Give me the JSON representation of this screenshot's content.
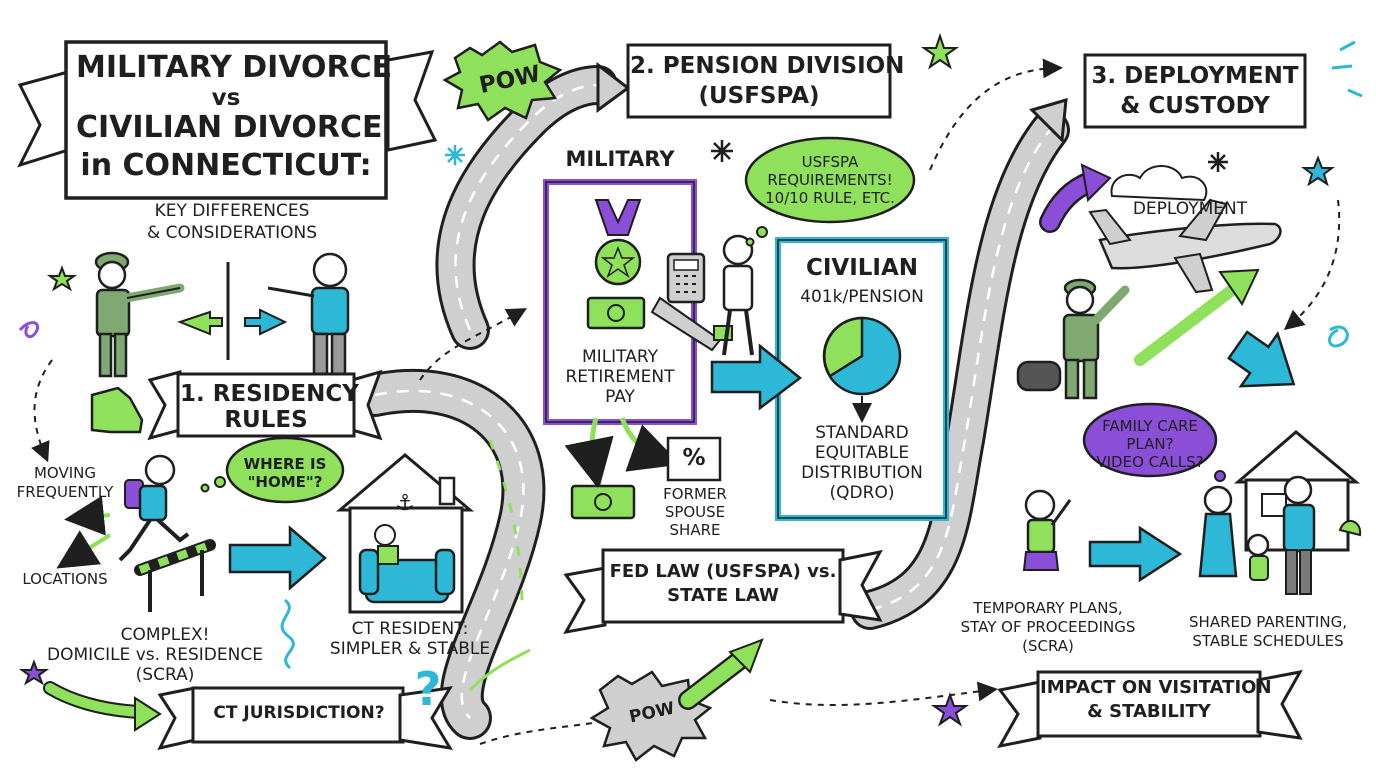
{
  "colors": {
    "green": "#8fe05a",
    "teal": "#2cb8d6",
    "purple": "#8a4fd6",
    "soldier_green": "#7fa872",
    "road_gray": "#cfcfcf",
    "ink": "#1f1f1f"
  },
  "title": {
    "line1": "MILITARY DIVORCE",
    "line2": "vs",
    "line3": "CIVILIAN DIVORCE",
    "line4": "in CONNECTICUT:"
  },
  "subtitle": {
    "line1": "KEY DIFFERENCES",
    "line2": "& CONSIDERATIONS"
  },
  "pow1": "POW",
  "pow2": "POW",
  "section1": {
    "line1": "1. RESIDENCY",
    "line2": "RULES"
  },
  "section2": {
    "line1": "2. PENSION DIVISION",
    "line2": "(USFSPA)"
  },
  "section3": {
    "line1": "3. DEPLOYMENT",
    "line2": "& CUSTODY"
  },
  "residency": {
    "moving_l1": "MOVING",
    "moving_l2": "FREQUENTLY",
    "locations": "LOCATIONS",
    "bubble_l1": "WHERE IS",
    "bubble_l2": "\"HOME\"?",
    "complex_l1": "COMPLEX!",
    "complex_l2": "DOMICILE vs. RESIDENCE",
    "complex_l3": "(SCRA)",
    "ct_l1": "CT RESIDENT:",
    "ct_l2": "SIMPLER & STABLE",
    "jurisdiction": "CT JURISDICTION?",
    "qmark": "?"
  },
  "pension": {
    "military": "MILITARY",
    "retire_l1": "MILITARY",
    "retire_l2": "RETIREMENT",
    "retire_l3": "PAY",
    "bubble_l1": "USFSPA",
    "bubble_l2": "REQUIREMENTS!",
    "bubble_l3": "10/10 RULE, ETC.",
    "percent": "%",
    "former_l1": "FORMER",
    "former_l2": "SPOUSE",
    "former_l3": "SHARE",
    "civilian": "CIVILIAN",
    "k401": "401k/PENSION",
    "std_l1": "STANDARD",
    "std_l2": "EQUITABLE",
    "std_l3": "DISTRIBUTION",
    "std_l4": "(QDRO)",
    "fed_l1": "FED LAW (USFSPA) vs.",
    "fed_l2": "STATE LAW"
  },
  "custody": {
    "deployment": "DEPLOYMENT",
    "bubble_l1": "FAMILY CARE",
    "bubble_l2": "PLAN?",
    "bubble_l3": "VIDEO CALLS?",
    "temp_l1": "TEMPORARY PLANS,",
    "temp_l2": "STAY OF PROCEEDINGS",
    "temp_l3": "(SCRA)",
    "shared_l1": "SHARED PARENTING,",
    "shared_l2": "STABLE SCHEDULES",
    "impact_l1": "IMPACT ON VISITATION",
    "impact_l2": "& STABILITY"
  },
  "icons": [
    "star-icon",
    "sparkle-icon",
    "anchor-icon",
    "airplane-icon",
    "medal-icon",
    "money-icon",
    "calculator-icon",
    "saw-icon",
    "pie-chart-icon",
    "house-icon",
    "couch-icon",
    "hurdle-icon",
    "connecticut-map-icon",
    "duffel-bag-icon",
    "cloud-icon"
  ]
}
